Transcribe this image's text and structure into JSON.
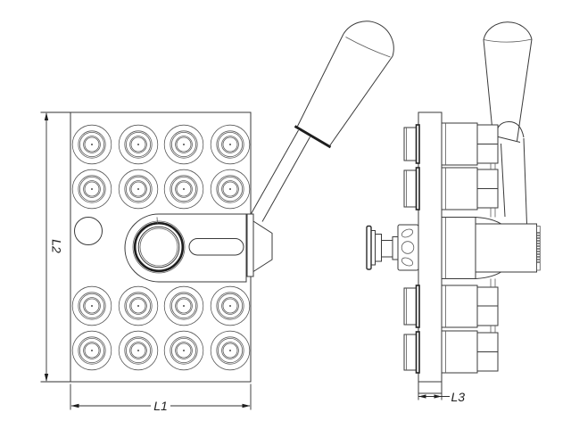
{
  "drawing": {
    "type": "technical-cad-drawing",
    "background_color": "#ffffff",
    "line_color": "#3a3a3a",
    "accent_dark": "#1e1e1e",
    "views": {
      "front": {
        "name": "valve-manifold-front-view",
        "port_rows": 4,
        "port_cols": 4
      },
      "side": {
        "name": "valve-manifold-side-view"
      }
    },
    "dimension_labels": {
      "l1": "L1",
      "l2": "L2",
      "l3": "L3"
    }
  }
}
